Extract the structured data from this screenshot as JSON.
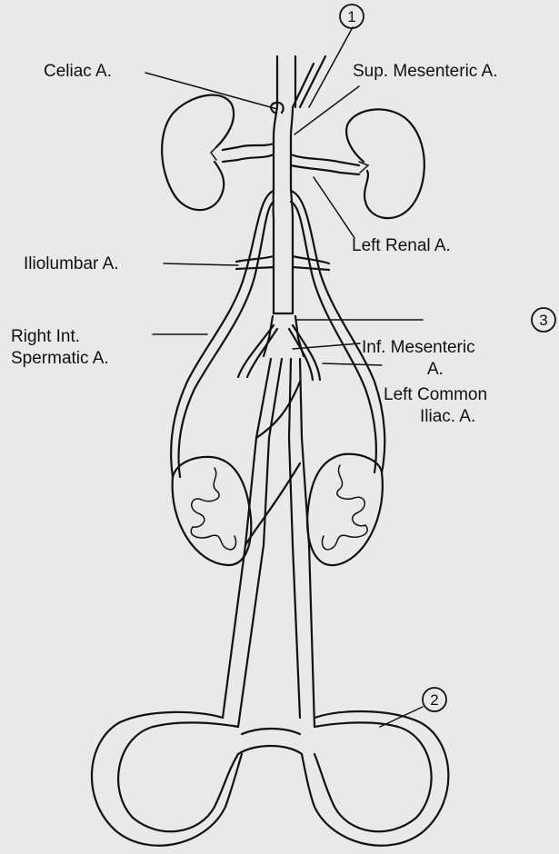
{
  "labels": {
    "celiac": "Celiac A.",
    "sup_mesenteric": "Sup. Mesenteric A.",
    "left_renal": "Left Renal A.",
    "iliolumbar": "Iliolumbar A.",
    "right_int_line1": "Right Int.",
    "right_int_line2": "Spermatic A.",
    "inf_mes_line1": "Inf. Mesenteric",
    "inf_mes_line2": "A.",
    "left_common_line1": "Left Common",
    "left_common_line2": "Iliac. A."
  },
  "markers": {
    "one": "1",
    "two": "2",
    "three": "3"
  }
}
